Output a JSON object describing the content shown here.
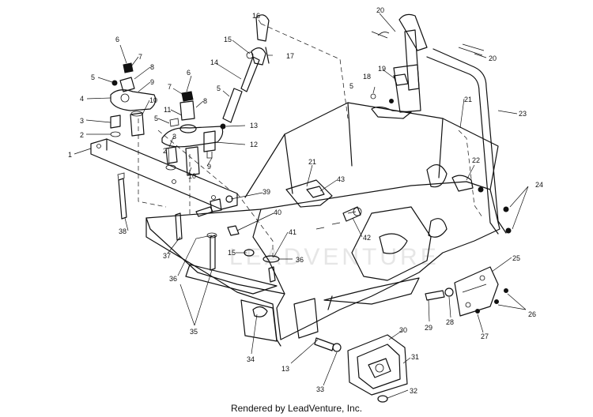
{
  "watermark": "LEADVENTURE",
  "credit": "Rendered by LeadVenture, Inc.",
  "callouts": [
    "1",
    "2",
    "3",
    "4",
    "5",
    "6",
    "7",
    "8",
    "9",
    "10",
    "11",
    "12",
    "13",
    "14",
    "15",
    "16",
    "17",
    "18",
    "19",
    "20",
    "21",
    "22",
    "23",
    "24",
    "25",
    "26",
    "27",
    "28",
    "29",
    "30",
    "31",
    "32",
    "33",
    "34",
    "35",
    "36",
    "37",
    "38",
    "39",
    "40",
    "41",
    "42",
    "43"
  ]
}
